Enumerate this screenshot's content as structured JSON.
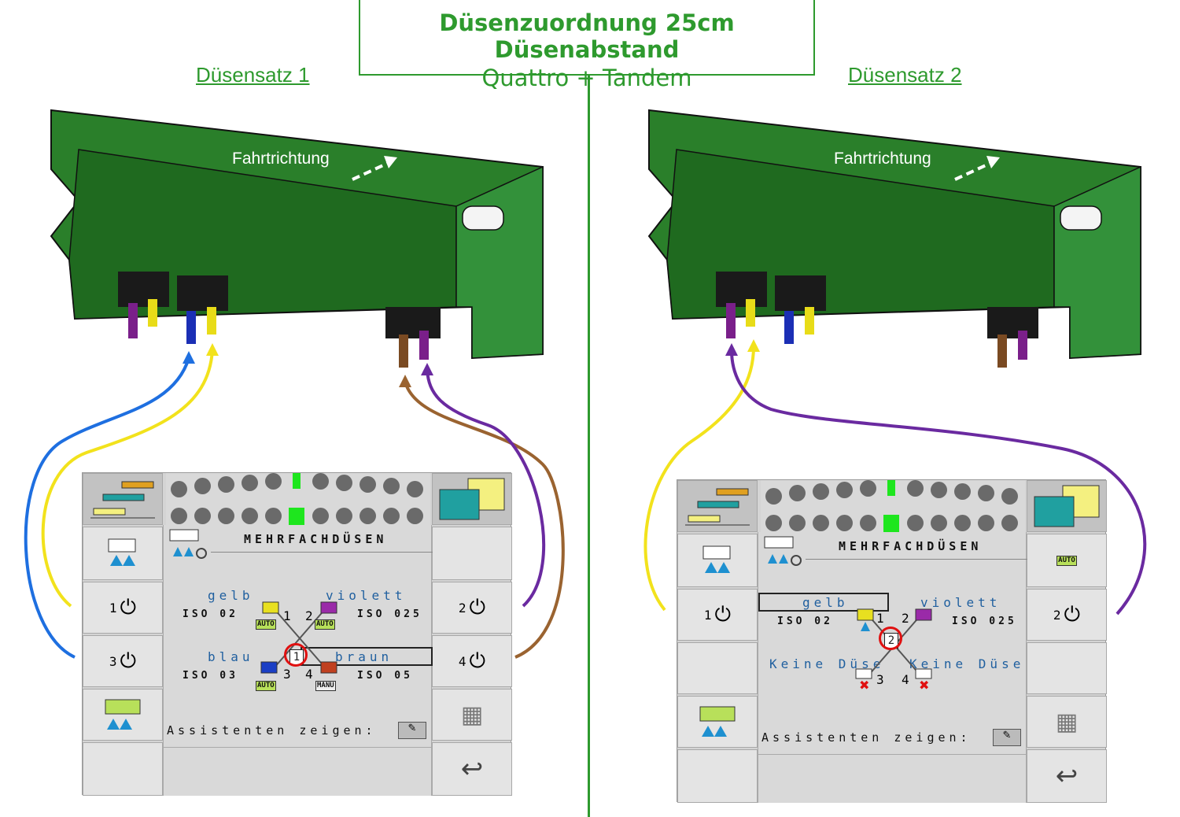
{
  "title": {
    "main": "Düsenzuordnung 25cm Düsenabstand",
    "sub": "Quattro + Tandem"
  },
  "left": {
    "set_title": "Düsensatz 1",
    "direction_label": "Fahrtrichtung",
    "terminal": {
      "header": "MEHRFACHDÜSEN",
      "nozzles": [
        {
          "number": "1",
          "color_name": "gelb",
          "iso": "ISO 02",
          "mode": "AUTO"
        },
        {
          "number": "2",
          "color_name": "violett",
          "iso": "ISO 025",
          "mode": "AUTO"
        },
        {
          "number": "3",
          "color_name": "blau",
          "iso": "ISO 03",
          "mode": "AUTO"
        },
        {
          "number": "4",
          "color_name": "braun",
          "iso": "ISO 05",
          "mode": "MANU"
        }
      ],
      "active_set": "1",
      "assistant_label": "Assistenten zeigen:",
      "softkeys_left": [
        "1",
        "3"
      ],
      "softkeys_right": [
        "2",
        "4"
      ]
    }
  },
  "right": {
    "set_title": "Düsensatz 2",
    "direction_label": "Fahrtrichtung",
    "terminal": {
      "header": "MEHRFACHDÜSEN",
      "nozzle_1": {
        "color_name": "gelb",
        "iso": "ISO 02"
      },
      "nozzle_2": {
        "color_name": "violett",
        "iso": "ISO 025"
      },
      "nozzle_3": {
        "label": "Keine Düse"
      },
      "nozzle_4": {
        "label": "Keine Düse"
      },
      "numbers": [
        "1",
        "2",
        "3",
        "4"
      ],
      "active_set": "2",
      "assistant_label": "Assistenten zeigen:",
      "softkeys_left": [
        "1"
      ],
      "softkeys_right": [
        "2"
      ],
      "auto_badge": "AUTO"
    }
  },
  "colors": {
    "accent_green": "#2e9a2e",
    "boom_green": "#2a7f2a",
    "arrow_blue": "#1e6fe0",
    "arrow_yellow": "#f2e21c",
    "arrow_brown": "#9a6330",
    "arrow_violet": "#6a2aa0",
    "highlight_red": "#e01010",
    "indicator_green": "#1ee61e"
  },
  "icons": [
    "arrow-right-icon",
    "power-icon",
    "nozzle-icon",
    "calculator-icon",
    "back-icon",
    "section-overview-icon",
    "map-view-icon",
    "notepad-icon"
  ]
}
